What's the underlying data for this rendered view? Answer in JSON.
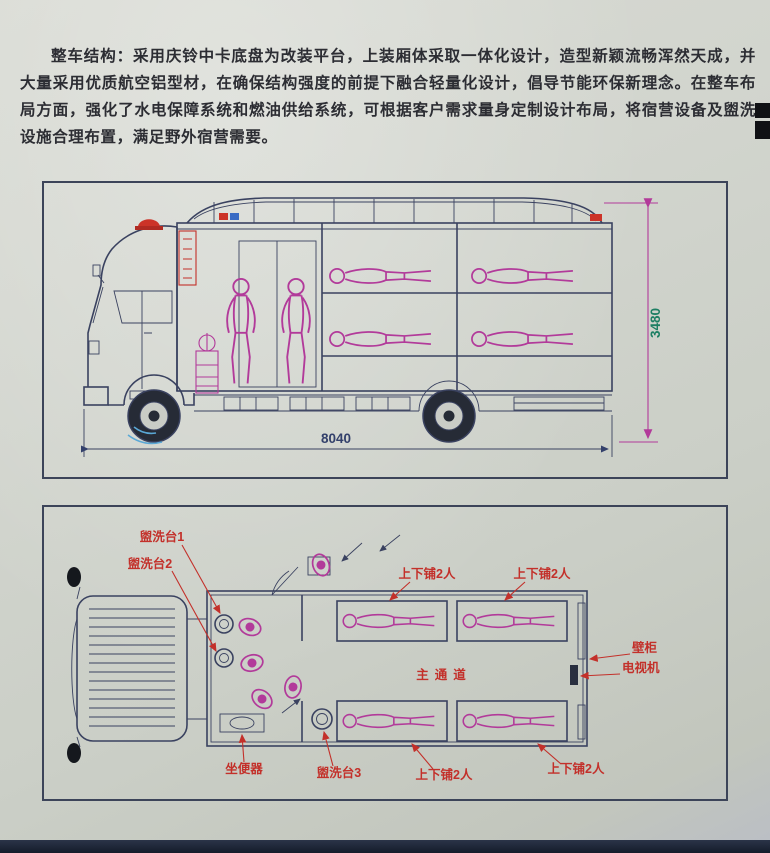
{
  "page": {
    "paragraph": "整车结构：采用庆铃中卡底盘为改装平台，上装厢体采取一体化设计，造型新颖流畅浑然天成，并大量采用优质航空铝型材，在确保结构强度的前提下融合轻量化设计，倡导节能环保新理念。在整车布局方面，强化了水电保障系统和燃油供给系统，可根据客户需求量身定制设计布局，将宿营设备及盥洗设施合理布置，满足野外宿营需要。"
  },
  "side_view": {
    "length_dim": "8040",
    "height_dim": "3480"
  },
  "floor_plan": {
    "labels": {
      "washstand1": "盥洗台1",
      "washstand2": "盥洗台2",
      "washstand3": "盥洗台3",
      "aisle": "主通道",
      "cabinet": "壁柜",
      "tv": "电视机",
      "toilet": "坐便器",
      "bunks": [
        "上下铺2人",
        "上下铺2人",
        "上下铺2人",
        "上下铺2人"
      ]
    }
  }
}
